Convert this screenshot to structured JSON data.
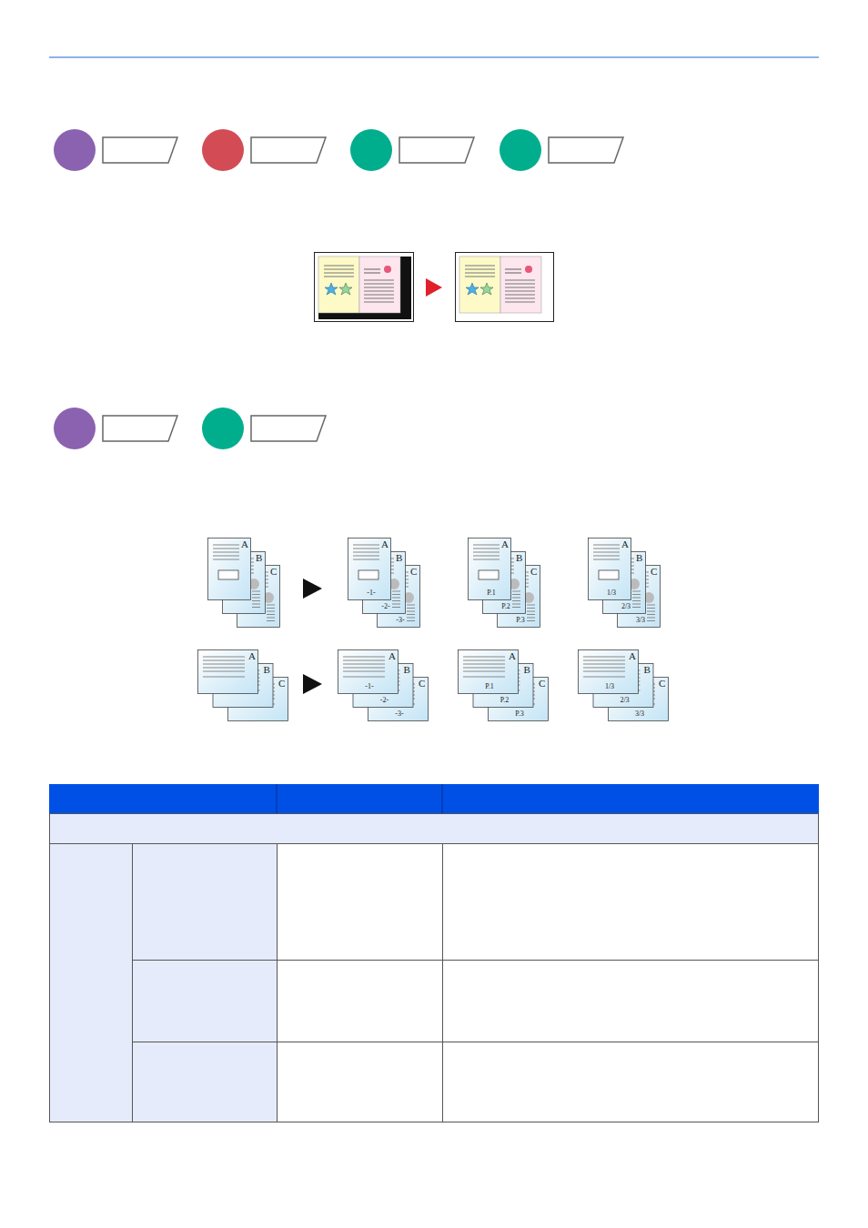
{
  "diagram": {
    "labels": [
      "A",
      "B",
      "C",
      "A",
      "B",
      "C",
      "-1-",
      "-2-",
      "-3-",
      "A",
      "B",
      "C",
      "P.1",
      "P.2",
      "P.3",
      "A",
      "B",
      "C",
      "1/3",
      "2/3",
      "3/3",
      "A",
      "B",
      "C",
      "A",
      "B",
      "C",
      "-1-",
      "-2-",
      "-3-",
      "A",
      "B",
      "C",
      "P.1",
      "P.2",
      "P.3",
      "A",
      "B",
      "C",
      "1/3",
      "2/3",
      "3/3"
    ]
  }
}
